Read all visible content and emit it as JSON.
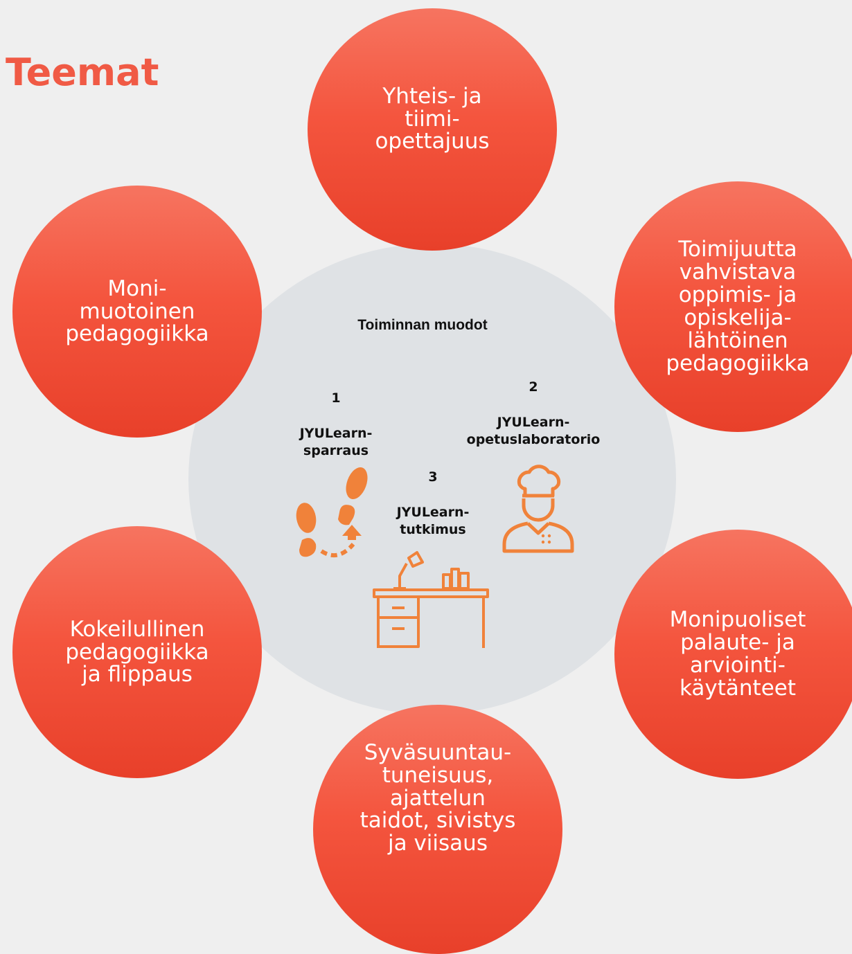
{
  "title": "Teemat",
  "center": {
    "heading": "Toiminnan muodot",
    "forms": [
      {
        "number": "1",
        "label": "JYULearn-\nsparraus"
      },
      {
        "number": "2",
        "label": "JYULearn-\nopetuslaboratorio"
      },
      {
        "number": "3",
        "label": "JYULearn-\ntutkimus"
      }
    ]
  },
  "themes": [
    "Yhteis- ja\ntiimi-\nopettajuus",
    "Toimijuutta\nvahvistava\noppimis- ja\nopiskelija-\nlähtöinen\npedagogiikka",
    "Monipuoliset\npalaute- ja\narviointi-\nkäytänteet",
    "Syväsuuntau-\ntuneisuus,\najattelun\ntaidot, sivistys\nja viisaus",
    "Kokeilullinen\npedagogiikka\nja flippaus",
    "Moni-\nmuotoinen\npedagogiikka"
  ],
  "colors": {
    "accent": "#f05a45",
    "circle": "#f4553e",
    "center": "#dfe2e5",
    "icon": "#f0823a"
  },
  "icons": [
    "footprints-icon",
    "chef-icon",
    "desk-icon"
  ]
}
